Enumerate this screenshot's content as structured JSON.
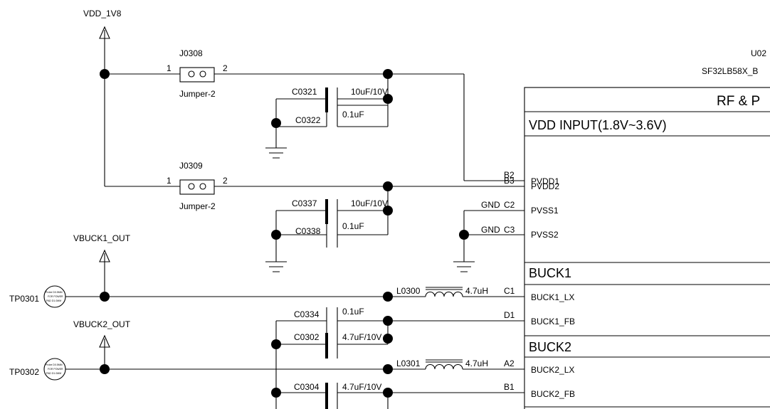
{
  "power": {
    "vdd_1v8": "VDD_1V8",
    "vbuck1_out": "VBUCK1_OUT",
    "vbuck2_out": "VBUCK2_OUT"
  },
  "jumpers": [
    {
      "ref": "J0308",
      "value": "Jumper-2",
      "pin1": "1",
      "pin2": "2"
    },
    {
      "ref": "J0309",
      "value": "Jumper-2",
      "pin1": "1",
      "pin2": "2"
    }
  ],
  "capacitors": [
    {
      "ref": "C0321",
      "value": "10uF/10V"
    },
    {
      "ref": "C0322",
      "value": "0.1uF"
    },
    {
      "ref": "C0337",
      "value": "10uF/10V"
    },
    {
      "ref": "C0338",
      "value": "0.1uF"
    },
    {
      "ref": "C0334",
      "value": "0.1uF"
    },
    {
      "ref": "C0302",
      "value": "4.7uF/10V"
    },
    {
      "ref": "C0304",
      "value": "4.7uF/10V"
    }
  ],
  "inductors": [
    {
      "ref": "L0300",
      "value": "4.7uH"
    },
    {
      "ref": "L0301",
      "value": "4.7uH"
    }
  ],
  "test_points": [
    {
      "ref": "TP0301",
      "text": [
        "Probe D0.5MM",
        "FOR POWER",
        "PAD D1.0MM"
      ]
    },
    {
      "ref": "TP0302",
      "text": [
        "Probe D0.5MM",
        "FOR POWER",
        "PAD D1.0MM"
      ]
    }
  ],
  "ic": {
    "ref": "U02",
    "part": "SF32LB58X_B",
    "title": "RF & P",
    "sections": [
      "VDD INPUT(1.8V~3.6V)",
      "BUCK1",
      "BUCK2"
    ],
    "pins": [
      {
        "num": "B2",
        "name": "PVDD1",
        "net": ""
      },
      {
        "num": "B3",
        "name": "PVDD2",
        "net": ""
      },
      {
        "num": "C2",
        "name": "PVSS1",
        "net": "GND"
      },
      {
        "num": "C3",
        "name": "PVSS2",
        "net": "GND"
      },
      {
        "num": "C1",
        "name": "BUCK1_LX",
        "net": ""
      },
      {
        "num": "D1",
        "name": "BUCK1_FB",
        "net": ""
      },
      {
        "num": "A2",
        "name": "BUCK2_LX",
        "net": ""
      },
      {
        "num": "B1",
        "name": "BUCK2_FB",
        "net": ""
      }
    ]
  }
}
